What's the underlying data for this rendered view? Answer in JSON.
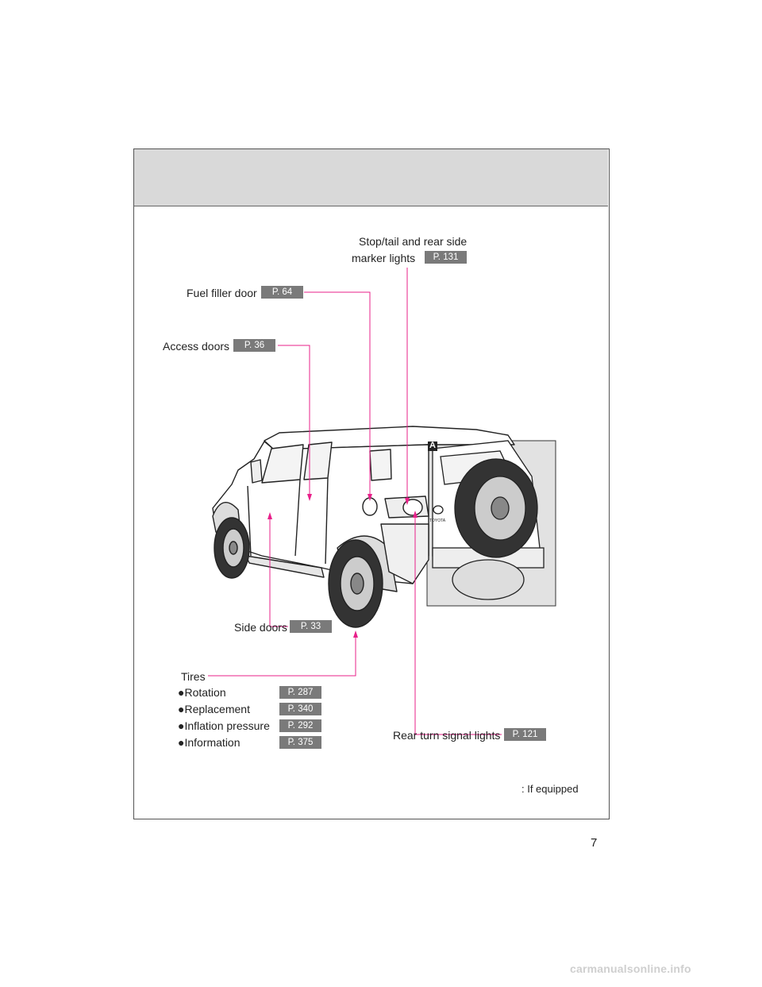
{
  "labels": {
    "stop_tail_line1": "Stop/tail and rear side",
    "stop_tail_line2": "marker lights",
    "fuel_filler": "Fuel filler door",
    "access_doors": "Access doors",
    "side_doors": "Side doors",
    "tires": "Tires",
    "rear_turn": "Rear turn signal lights"
  },
  "pages": {
    "stop_tail": "P. 131",
    "fuel_filler": "P. 64",
    "access_doors": "P. 36",
    "side_doors": "P. 33",
    "rear_turn": "P. 121"
  },
  "tires_items": [
    {
      "label": "Rotation",
      "page": "P. 287"
    },
    {
      "label": "Replacement",
      "page": "P. 340"
    },
    {
      "label": "Inflation pressure",
      "page": "P. 292"
    },
    {
      "label": "Information",
      "page": "P. 375"
    }
  ],
  "bullet_glyph": "●",
  "inset_marker": "A",
  "vehicle_badge": "TOYOTA",
  "equipped_note": ": If equipped",
  "page_number": "7",
  "watermark": "carmanualsonline.info",
  "colors": {
    "leader": "#e8208a",
    "badge": "#7a7a7a",
    "header_band": "#d9d9d9",
    "inset_bg": "#e2e2e2"
  }
}
